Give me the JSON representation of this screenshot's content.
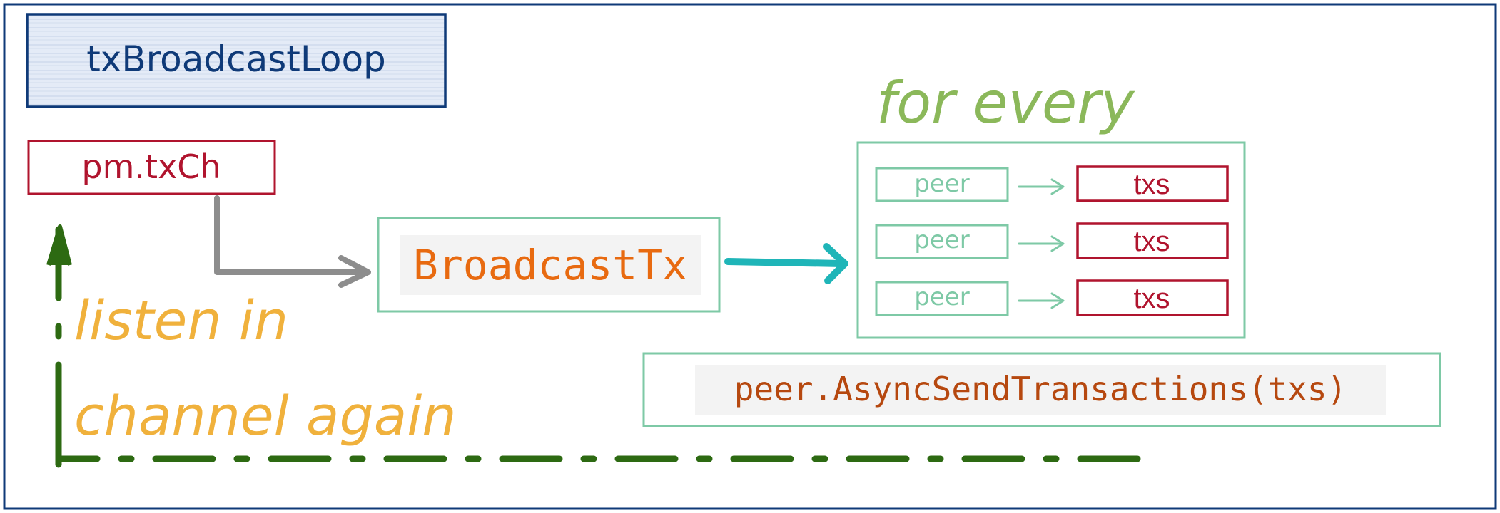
{
  "title_box": {
    "label": "txBroadcastLoop"
  },
  "channel_box": {
    "label": "pm.txCh"
  },
  "broadcast_box": {
    "label": "BroadcastTx"
  },
  "for_every_label": "for every",
  "peer_rows": [
    {
      "peer_label": "peer",
      "txs_label": "txs"
    },
    {
      "peer_label": "peer",
      "txs_label": "txs"
    },
    {
      "peer_label": "peer",
      "txs_label": "txs"
    }
  ],
  "send_box": {
    "label": "peer.AsyncSendTransactions(txs)"
  },
  "loop_note": {
    "line1": "listen in",
    "line2": "channel again"
  },
  "colors": {
    "frame": "#0f3a78",
    "title_bg": "#dfe8f6",
    "channel_red": "#b0142e",
    "green_box": "#7ec9a6",
    "orange_text": "#e86a10",
    "teal_arrow": "#1fb5b8",
    "gray_arrow": "#8d8d8d",
    "for_every_green": "#8bb85a",
    "note_yellow": "#f0b13c",
    "loop_green": "#2d6a12",
    "send_text": "#b6480f"
  }
}
